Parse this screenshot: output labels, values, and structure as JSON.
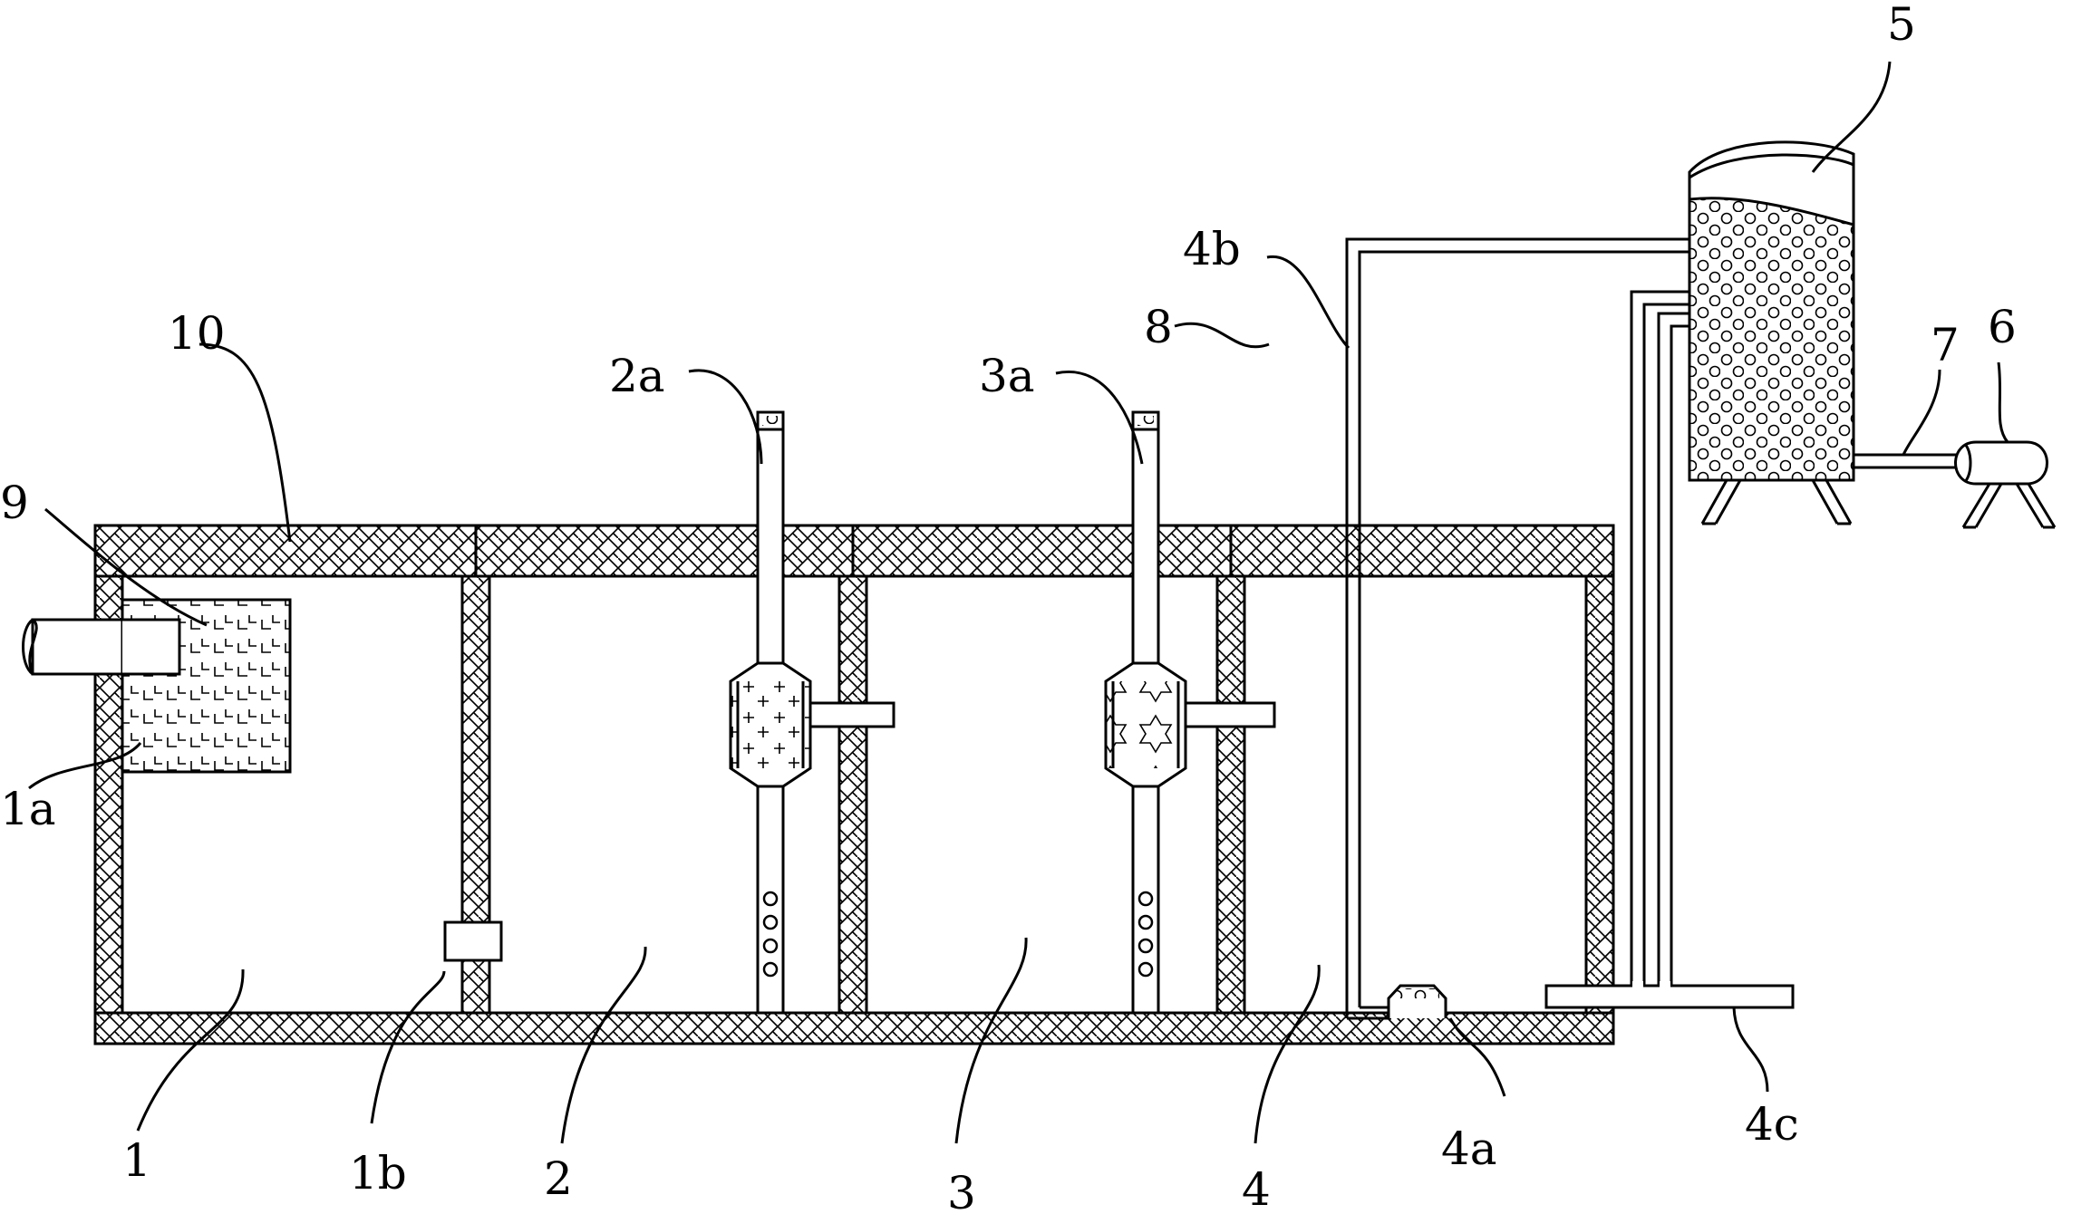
{
  "labels": {
    "l1": "1",
    "l1a": "1a",
    "l1b": "1b",
    "l2": "2",
    "l2a": "2a",
    "l3": "3",
    "l3a": "3a",
    "l4": "4",
    "l4a": "4a",
    "l4b": "4b",
    "l4c": "4c",
    "l5": "5",
    "l6": "6",
    "l7": "7",
    "l8": "8",
    "l9": "9",
    "l10": "10"
  }
}
